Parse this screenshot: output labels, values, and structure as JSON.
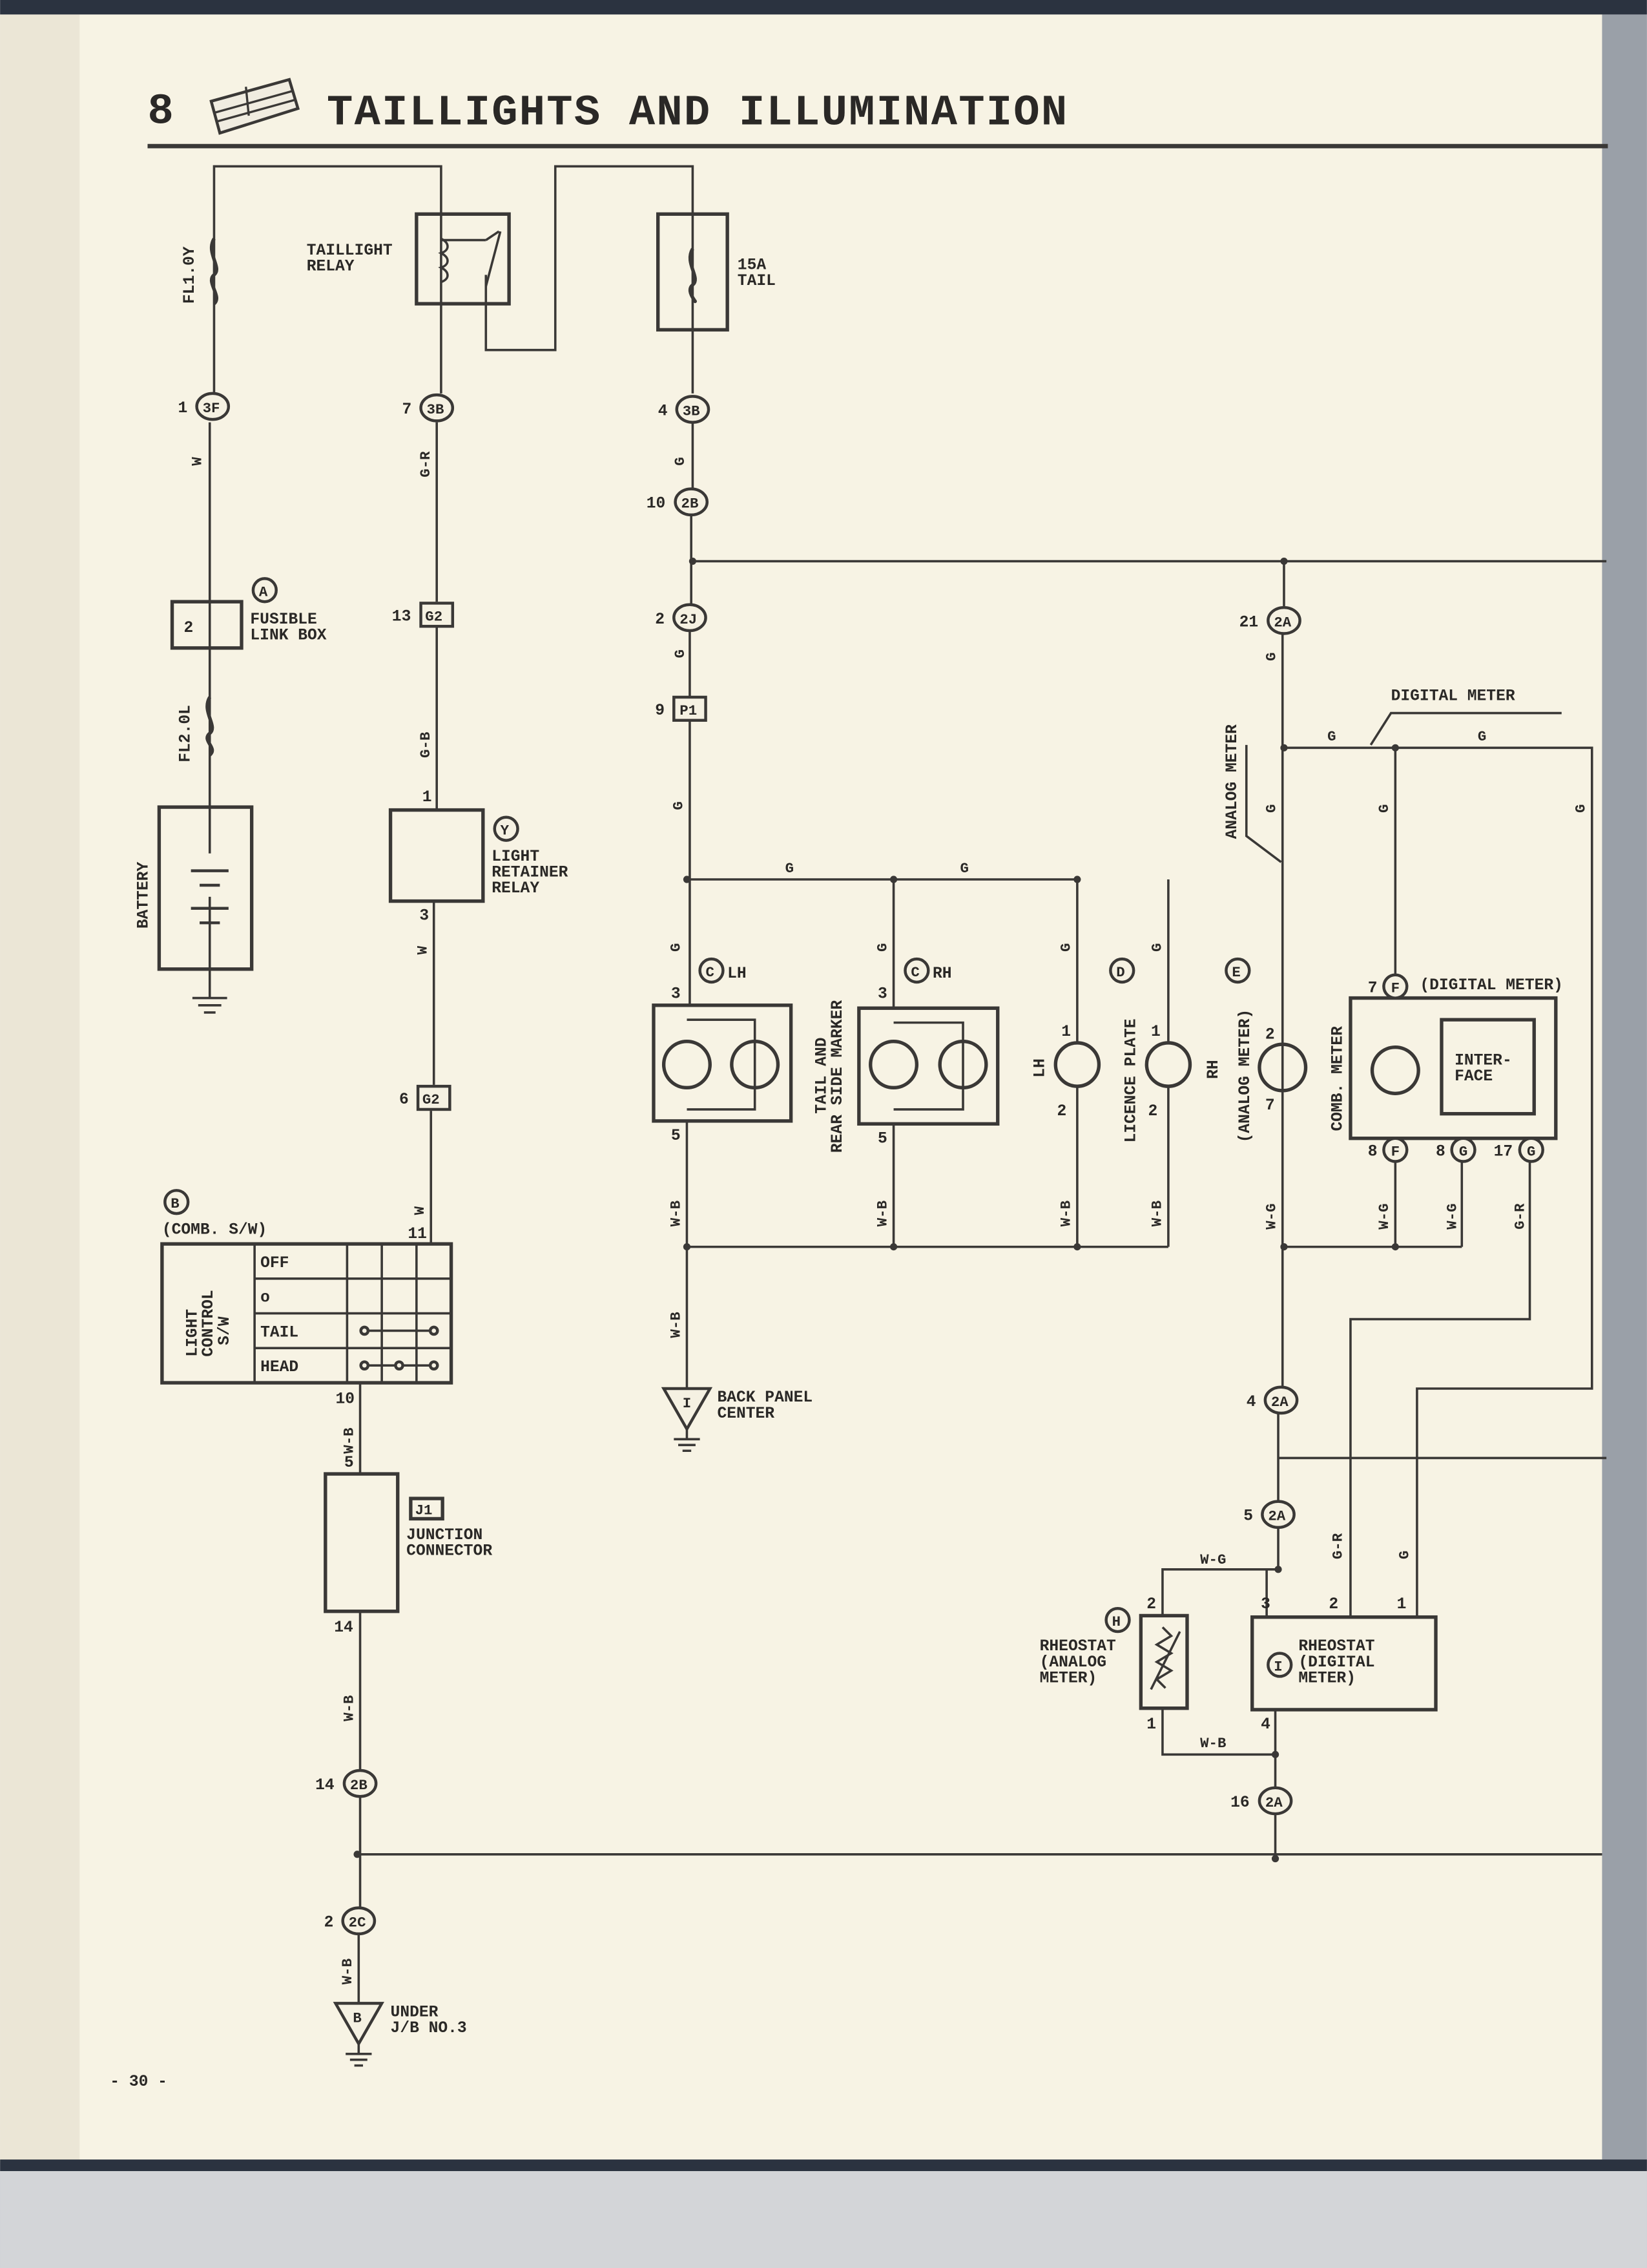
{
  "header": {
    "section_number": "8",
    "title": "TAILLIGHTS AND ILLUMINATION"
  },
  "page_number": "- 30 -",
  "components": {
    "fuse_fl10y": "FL1.0Y",
    "taillight_relay": [
      "TAILLIGHT",
      "RELAY"
    ],
    "fuse_15a": [
      "15A",
      "TAIL"
    ],
    "fusible_link_box": {
      "code": "A",
      "lines": [
        "FUSIBLE",
        "LINK BOX"
      ],
      "pin": "2"
    },
    "fuse_fl20l": "FL2.0L",
    "battery": "BATTERY",
    "light_retainer_relay": {
      "code": "Y",
      "lines": [
        "LIGHT",
        "RETAINER",
        "RELAY"
      ],
      "pin_top": "1",
      "pin_bottom": "3"
    },
    "comb_switch": {
      "code": "B",
      "label": "(COMB. S/W)",
      "side_lines": [
        "LIGHT",
        "CONTROL",
        "S/W"
      ],
      "rows": [
        "OFF",
        "o",
        "TAIL",
        "HEAD"
      ],
      "pin_top": "11",
      "pin_bottom": "10"
    },
    "junction_connector": {
      "code": "J1",
      "lines": [
        "JUNCTION",
        "CONNECTOR"
      ],
      "pin_top": "5",
      "pin_bottom": "14"
    },
    "tail_lh": {
      "code": "C",
      "side": "LH",
      "pin_top": "3",
      "pin_bottom": "5"
    },
    "tail_rh": {
      "code": "C",
      "side": "RH",
      "pin_top": "3",
      "pin_bottom": "5"
    },
    "tail_marker_label": [
      "TAIL AND",
      "REAR SIDE MARKER"
    ],
    "licence_plate": {
      "code": "D",
      "label": "LICENCE PLATE",
      "lh": "LH",
      "rh": "RH",
      "pins": [
        "1",
        "2",
        "1",
        "2"
      ]
    },
    "analog_meter": {
      "code": "E",
      "label": "(ANALOG METER)",
      "pin_top": "2",
      "pin_bottom": "7"
    },
    "analog_meter_arrow": "ANALOG METER",
    "digital_meter_arrow": "DIGITAL METER",
    "comb_meter": {
      "label": "COMB. METER",
      "digital_label": "(DIGITAL METER)",
      "interface": [
        "INTER-",
        "FACE"
      ]
    },
    "back_panel_ground": {
      "code": "I",
      "lines": [
        "BACK PANEL",
        "CENTER"
      ]
    },
    "under_jb_ground": {
      "code": "B",
      "lines": [
        "UNDER",
        "J/B NO.3"
      ]
    },
    "rheostat_analog": {
      "code": "H",
      "lines": [
        "RHEOSTAT",
        "(ANALOG",
        "METER)"
      ],
      "pin_top": "2",
      "pin_bottom": "1"
    },
    "rheostat_digital": {
      "code": "I",
      "lines": [
        "RHEOSTAT",
        "(DIGITAL",
        "METER)"
      ],
      "pins": [
        "3",
        "2",
        "1",
        "4"
      ]
    }
  },
  "connectors": [
    {
      "pin": "1",
      "id": "3F"
    },
    {
      "pin": "7",
      "id": "3B"
    },
    {
      "pin": "4",
      "id": "3B"
    },
    {
      "pin": "10",
      "id": "2B"
    },
    {
      "pin": "2",
      "id": "2J"
    },
    {
      "pin": "9",
      "id": "P1"
    },
    {
      "pin": "13",
      "id": "G2"
    },
    {
      "pin": "6",
      "id": "G2"
    },
    {
      "pin": "21",
      "id": "2A"
    },
    {
      "pin": "4",
      "id": "2A"
    },
    {
      "pin": "5",
      "id": "2A"
    },
    {
      "pin": "16",
      "id": "2A"
    },
    {
      "pin": "14",
      "id": "2B"
    },
    {
      "pin": "2",
      "id": "2C"
    },
    {
      "pin": "7",
      "id": "F"
    },
    {
      "pin": "8",
      "id": "F"
    },
    {
      "pin": "8",
      "id": "G"
    },
    {
      "pin": "17",
      "id": "G"
    }
  ],
  "wire_labels": [
    "W",
    "G-R",
    "G",
    "G",
    "G-B",
    "W",
    "W",
    "W-B",
    "G",
    "G",
    "G",
    "G",
    "G",
    "G",
    "G",
    "W-B",
    "W-B",
    "W-B",
    "W-B",
    "W-B",
    "G",
    "G",
    "G",
    "G",
    "G",
    "G",
    "W-G",
    "W-G",
    "W-G",
    "G-R",
    "G-R",
    "G",
    "W-G",
    "W-B",
    "W-B",
    "W-B"
  ],
  "colors": {
    "paper": "#f7f3e4",
    "ink": "#3a3836",
    "binding": "#2b3340"
  }
}
